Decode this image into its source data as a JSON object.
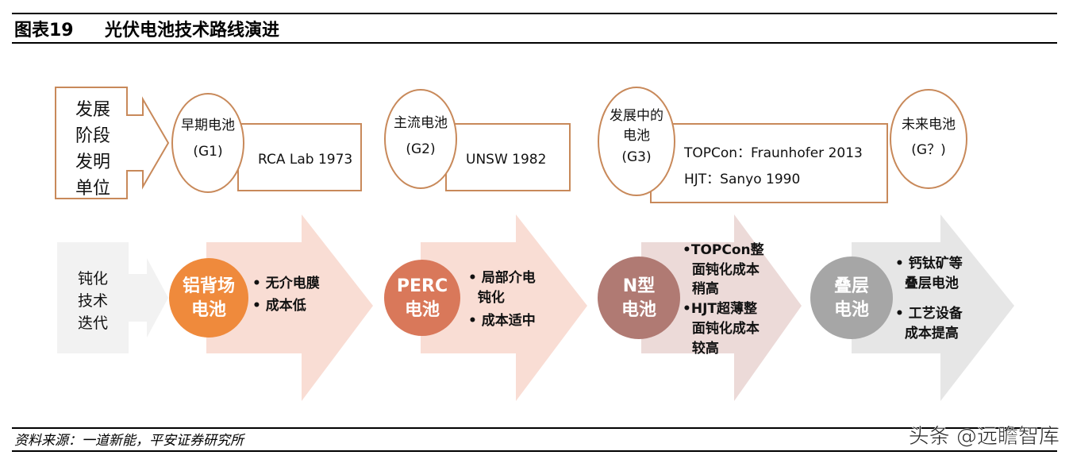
{
  "header": {
    "figure_no": "图表19",
    "title": "光伏电池技术路线演进"
  },
  "top_row": {
    "label_lines": [
      "发展",
      "阶段",
      "发明",
      "单位"
    ],
    "stages": [
      {
        "name": "早期电池",
        "code": "(G1)",
        "inventors": [
          "RCA Lab  1973"
        ]
      },
      {
        "name": "主流电池",
        "code": "(G2)",
        "inventors": [
          "UNSW 1982"
        ]
      },
      {
        "name_lines": [
          "发展中的",
          "电池"
        ],
        "code": "(G3)",
        "inventors": [
          "TOPCon：Fraunhofer 2013",
          "HJT：Sanyo 1990"
        ]
      },
      {
        "name": "未来电池",
        "code": "(G？)"
      }
    ]
  },
  "bottom_row": {
    "label_lines": [
      "钝化",
      "技术",
      "迭代"
    ],
    "techs": [
      {
        "name_lines": [
          "铝背场",
          "电池"
        ],
        "bullets": [
          "• 无介电膜",
          "• 成本低"
        ],
        "color": "#ef8a3c",
        "arrow_color": "#f9ddd4"
      },
      {
        "name_lines": [
          "PERC",
          "电池"
        ],
        "bullets": [
          "• 局部介电",
          "  钝化",
          "• 成本适中"
        ],
        "color": "#d9785a",
        "arrow_color": "#f9ddd4"
      },
      {
        "name_lines": [
          "N型",
          "电池"
        ],
        "bullets": [
          "•TOPCon整",
          "  面钝化成本",
          "  稍高",
          "•HJT超薄整",
          "  面钝化成本",
          "  较高"
        ],
        "color": "#b07a73",
        "arrow_color": "#ecdad8"
      },
      {
        "name_lines": [
          "叠层",
          "电池"
        ],
        "bullets": [
          "• 钙钛矿等",
          "  叠层电池",
          "• 工艺设备",
          "  成本提高"
        ],
        "color": "#a6a6a6",
        "arrow_color": "#e6e6e6"
      }
    ]
  },
  "footer": {
    "source": "资料来源：一道新能，平安证券研究所",
    "watermark": "头条 @远瞻智库"
  }
}
